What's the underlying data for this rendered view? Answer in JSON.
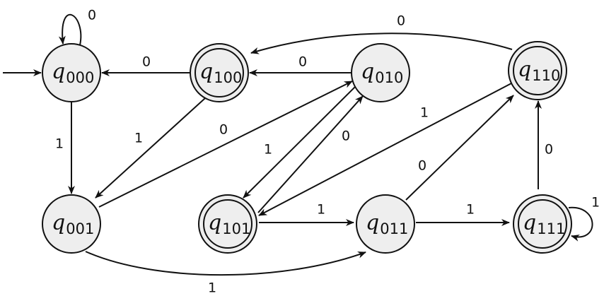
{
  "diagram": {
    "type": "dfa-state-diagram",
    "colors": {
      "state_fill": "#eeeeee",
      "stroke": "#111111",
      "background": "#ffffff"
    },
    "start_state": "q000",
    "states": [
      {
        "id": "q000",
        "base": "q",
        "sub": "000",
        "accepting": false
      },
      {
        "id": "q100",
        "base": "q",
        "sub": "100",
        "accepting": true
      },
      {
        "id": "q010",
        "base": "q",
        "sub": "010",
        "accepting": false
      },
      {
        "id": "q110",
        "base": "q",
        "sub": "110",
        "accepting": true
      },
      {
        "id": "q001",
        "base": "q",
        "sub": "001",
        "accepting": false
      },
      {
        "id": "q101",
        "base": "q",
        "sub": "101",
        "accepting": true
      },
      {
        "id": "q011",
        "base": "q",
        "sub": "011",
        "accepting": false
      },
      {
        "id": "q111",
        "base": "q",
        "sub": "111",
        "accepting": true
      }
    ],
    "transitions": [
      {
        "from": "q000",
        "to": "q000",
        "symbol": "0"
      },
      {
        "from": "q000",
        "to": "q001",
        "symbol": "1"
      },
      {
        "from": "q100",
        "to": "q000",
        "symbol": "0"
      },
      {
        "from": "q100",
        "to": "q001",
        "symbol": "1"
      },
      {
        "from": "q010",
        "to": "q100",
        "symbol": "0"
      },
      {
        "from": "q010",
        "to": "q101",
        "symbol": "1"
      },
      {
        "from": "q110",
        "to": "q100",
        "symbol": "0"
      },
      {
        "from": "q110",
        "to": "q101",
        "symbol": "1"
      },
      {
        "from": "q001",
        "to": "q010",
        "symbol": "0"
      },
      {
        "from": "q001",
        "to": "q011",
        "symbol": "1"
      },
      {
        "from": "q101",
        "to": "q010",
        "symbol": "0"
      },
      {
        "from": "q101",
        "to": "q011",
        "symbol": "1"
      },
      {
        "from": "q011",
        "to": "q110",
        "symbol": "0"
      },
      {
        "from": "q011",
        "to": "q111",
        "symbol": "1"
      },
      {
        "from": "q111",
        "to": "q110",
        "symbol": "0"
      },
      {
        "from": "q111",
        "to": "q111",
        "symbol": "1"
      }
    ]
  }
}
